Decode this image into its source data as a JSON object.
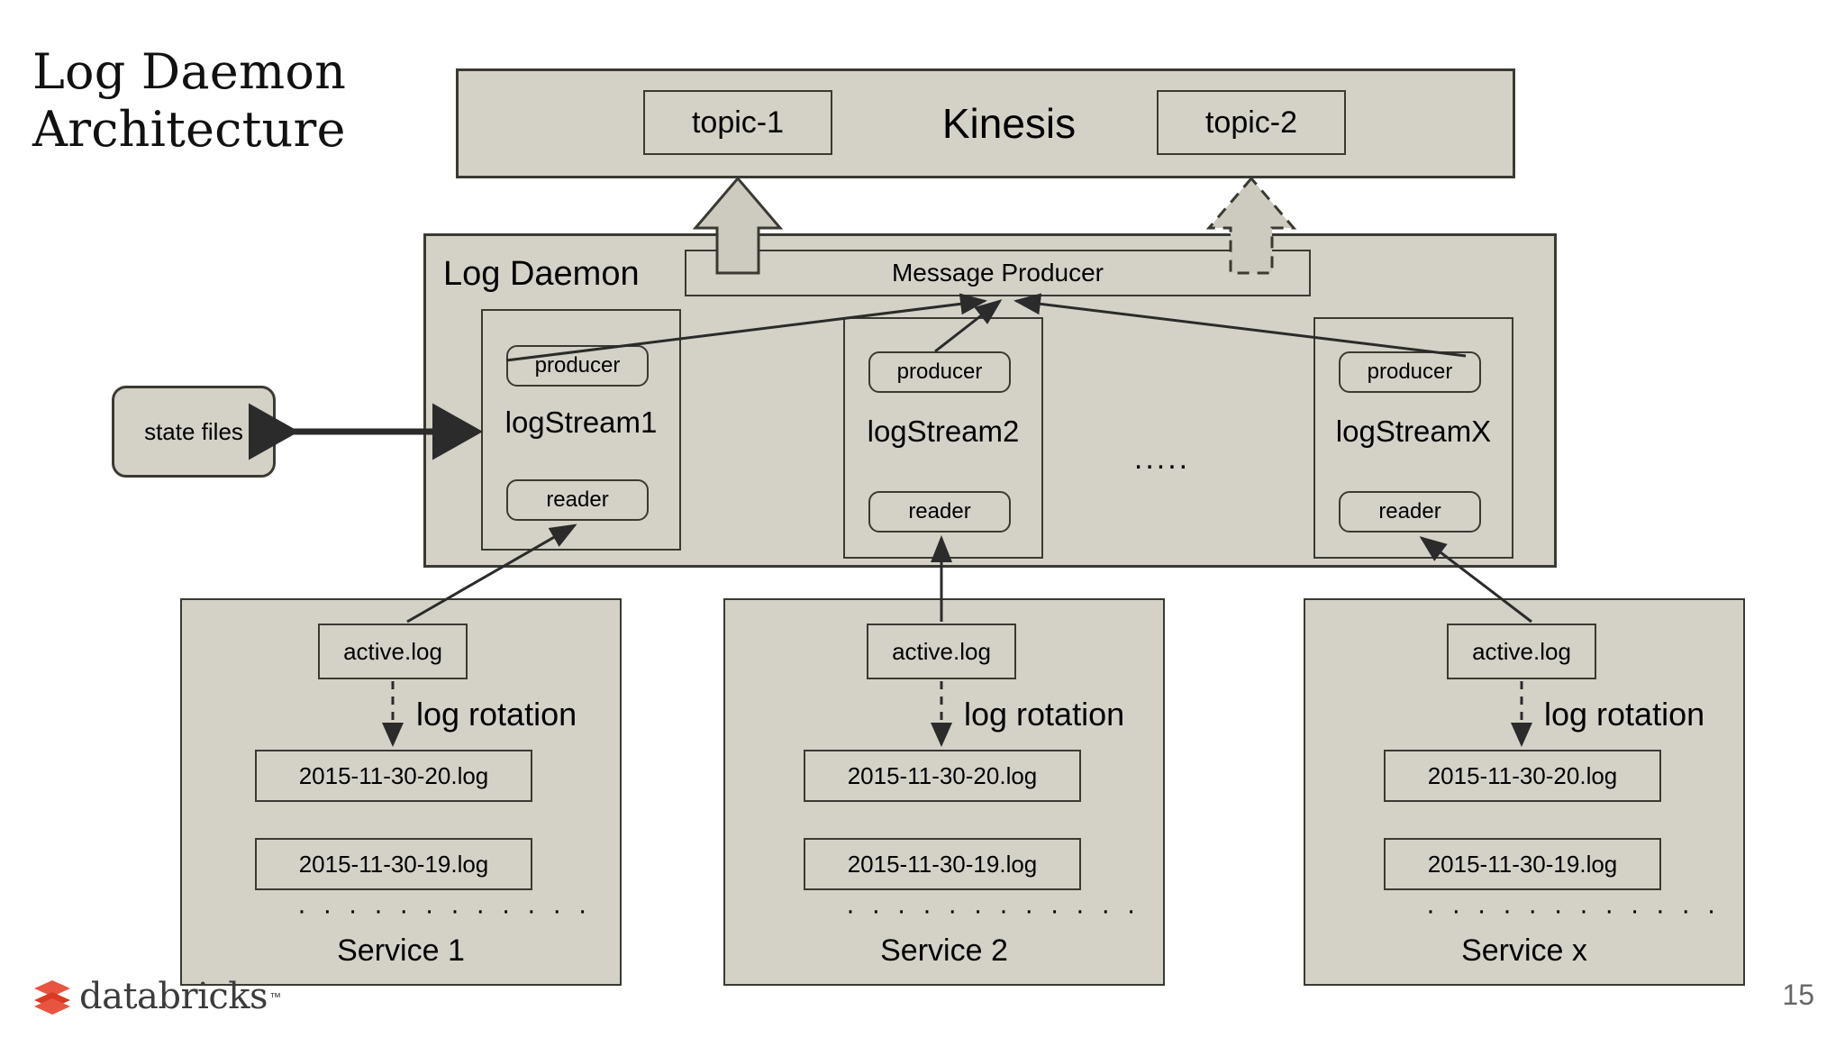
{
  "slide": {
    "title_lines": [
      "Log Daemon",
      "Architecture"
    ],
    "page_number": "15",
    "logo_text": "databricks",
    "logo_tm": "™"
  },
  "colors": {
    "box_fill": "#d4d2c6",
    "box_stroke": "#3a3a33",
    "logo_red": "#e8543f",
    "page_number": "#666666"
  },
  "kinesis": {
    "label": "Kinesis",
    "topics": [
      {
        "label": "topic-1",
        "arrow": "solid"
      },
      {
        "label": "topic-2",
        "arrow": "dashed"
      }
    ]
  },
  "log_daemon": {
    "label": "Log Daemon",
    "message_producer": "Message Producer",
    "ellipsis": ".....",
    "streams": [
      {
        "name": "logStream1",
        "producer": "producer",
        "reader": "reader"
      },
      {
        "name": "logStream2",
        "producer": "producer",
        "reader": "reader"
      },
      {
        "name": "logStreamX",
        "producer": "producer",
        "reader": "reader"
      }
    ]
  },
  "state_files": {
    "label": "state files"
  },
  "services": [
    {
      "name": "Service 1",
      "active_log": "active.log",
      "rotation_label": "log rotation",
      "rotated_logs": [
        "2015-11-30-20.log",
        "2015-11-30-19.log"
      ],
      "dots": "· · · · · · · · · · · ·"
    },
    {
      "name": "Service 2",
      "active_log": "active.log",
      "rotation_label": "log rotation",
      "rotated_logs": [
        "2015-11-30-20.log",
        "2015-11-30-19.log"
      ],
      "dots": "· · · · · · · · · · · ·"
    },
    {
      "name": "Service x",
      "active_log": "active.log",
      "rotation_label": "log rotation",
      "rotated_logs": [
        "2015-11-30-20.log",
        "2015-11-30-19.log"
      ],
      "dots": "· · · · · · · · · · · ·"
    }
  ]
}
